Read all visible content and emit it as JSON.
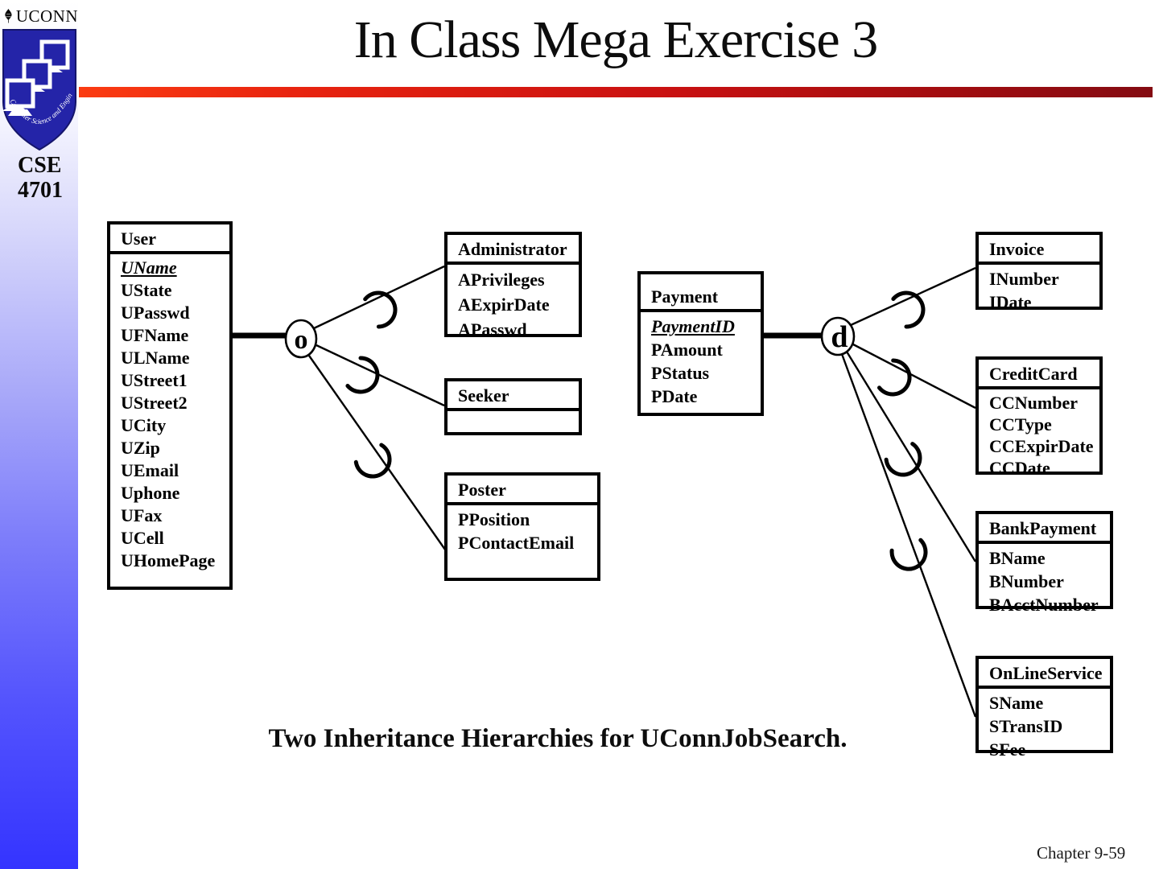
{
  "slide": {
    "title": "In Class Mega Exercise 3",
    "caption": "Two Inheritance Hierarchies for UConnJobSearch.",
    "page_label": "Chapter 9-59"
  },
  "sidebar": {
    "wordmark": "UCONN",
    "shield_text": "Computer Science and Engineering",
    "course_line1": "CSE",
    "course_line2": "4701"
  },
  "colors": {
    "rule_gradient_left": "#fb3c12",
    "rule_gradient_right": "#840b12",
    "sidebar_blue": "#3434ff",
    "shield_blue": "#2424a8"
  },
  "diagram": {
    "left": {
      "circle_label": "o",
      "superclass": {
        "name": "User",
        "key": "UName",
        "attrs": [
          "UState",
          "UPasswd",
          "UFName",
          "ULName",
          "UStreet1",
          "UStreet2",
          "UCity",
          "UZip",
          "UEmail",
          "Uphone",
          "UFax",
          "UCell",
          "UHomePage"
        ]
      },
      "subclasses": [
        {
          "name": "Administrator",
          "attrs": [
            "APrivileges",
            "AExpirDate",
            "APasswd"
          ]
        },
        {
          "name": "Seeker",
          "attrs": []
        },
        {
          "name": "Poster",
          "attrs": [
            "PPosition",
            "PContactEmail"
          ]
        }
      ]
    },
    "right": {
      "circle_label": "d",
      "superclass": {
        "name": "Payment",
        "key": "PaymentID",
        "attrs": [
          "PAmount",
          "PStatus",
          "PDate"
        ]
      },
      "subclasses": [
        {
          "name": "Invoice",
          "attrs": [
            "INumber",
            "IDate"
          ]
        },
        {
          "name": "CreditCard",
          "attrs": [
            "CCNumber",
            "CCType",
            "CCExpirDate",
            "CCDate"
          ]
        },
        {
          "name": "BankPayment",
          "attrs": [
            "BName",
            "BNumber",
            "BAcctNumber"
          ]
        },
        {
          "name": "OnLineService",
          "attrs": [
            "SName",
            "STransID",
            "SFee"
          ]
        }
      ]
    }
  }
}
